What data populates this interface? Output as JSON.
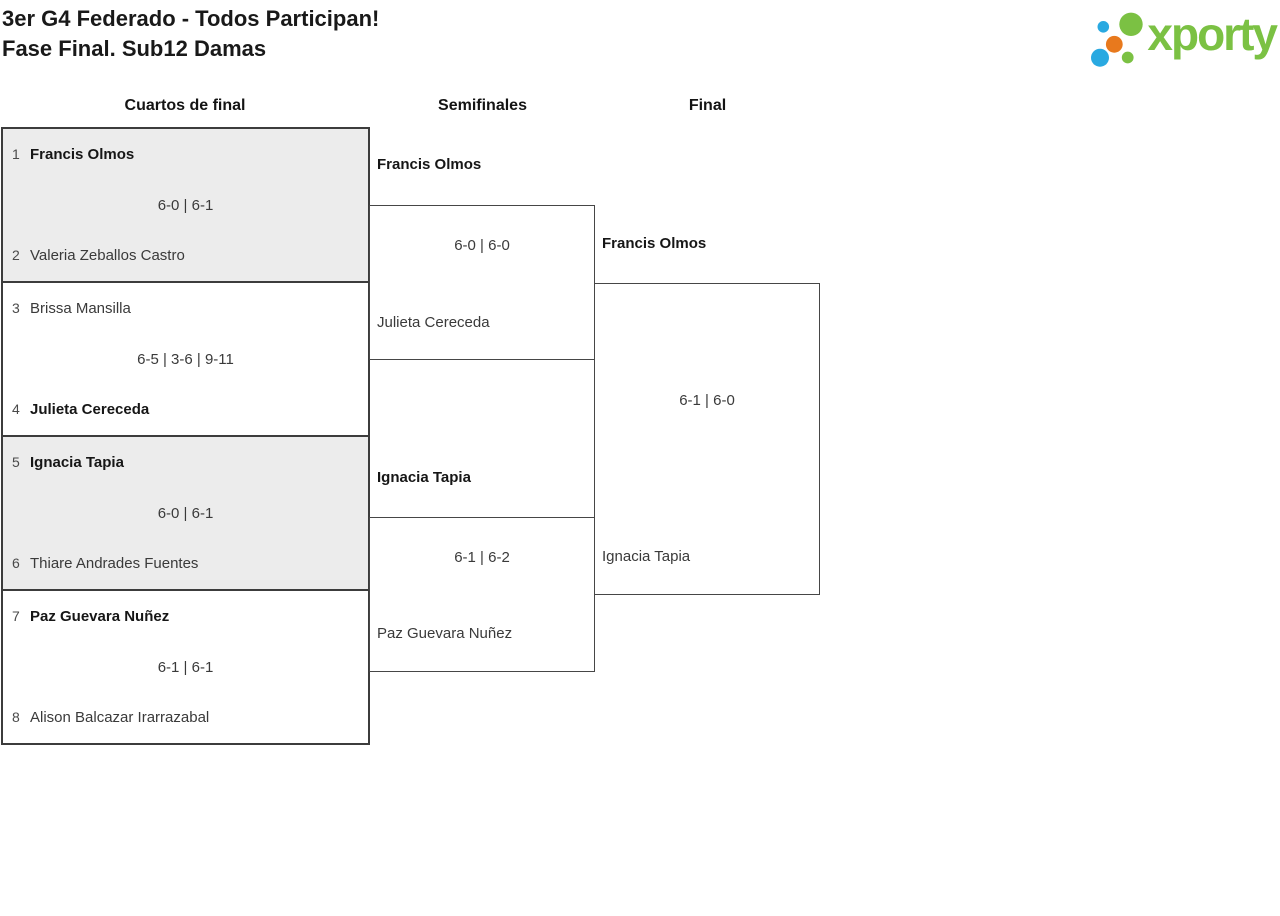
{
  "title": {
    "line1": "3er G4 Federado - Todos Participan!",
    "line2": "Fase Final. Sub12 Damas"
  },
  "brand": {
    "name": "xporty",
    "green": "#7bc143",
    "blue": "#29a9e1",
    "orange": "#e8791d"
  },
  "round_headers": {
    "quarterfinals": "Cuartos de final",
    "semifinals": "Semifinales",
    "final": "Final"
  },
  "quarterfinals": [
    {
      "seed_top": "1",
      "player_top": "Francis Olmos",
      "score": "6-0 | 6-1",
      "seed_bottom": "2",
      "player_bottom": "Valeria Zeballos Castro",
      "winner": "top",
      "shaded": true
    },
    {
      "seed_top": "3",
      "player_top": "Brissa Mansilla",
      "score": "6-5 | 3-6 | 9-11",
      "seed_bottom": "4",
      "player_bottom": "Julieta Cereceda",
      "winner": "bottom",
      "shaded": false
    },
    {
      "seed_top": "5",
      "player_top": "Ignacia Tapia",
      "score": "6-0 | 6-1",
      "seed_bottom": "6",
      "player_bottom": "Thiare Andrades Fuentes",
      "winner": "top",
      "shaded": true
    },
    {
      "seed_top": "7",
      "player_top": "Paz Guevara Nuñez",
      "score": "6-1 | 6-1",
      "seed_bottom": "8",
      "player_bottom": "Alison Balcazar Irarrazabal",
      "winner": "top",
      "shaded": false
    }
  ],
  "semifinals": [
    {
      "player_top": "Francis Olmos",
      "score": "6-0 | 6-0",
      "player_bottom": "Julieta Cereceda",
      "winner": "top"
    },
    {
      "player_top": "Ignacia Tapia",
      "score": "6-1 | 6-2",
      "player_bottom": "Paz Guevara Nuñez",
      "winner": "top"
    }
  ],
  "final": {
    "player_top": "Francis Olmos",
    "score": "6-1 | 6-0",
    "player_bottom": "Ignacia Tapia",
    "winner": "top"
  }
}
